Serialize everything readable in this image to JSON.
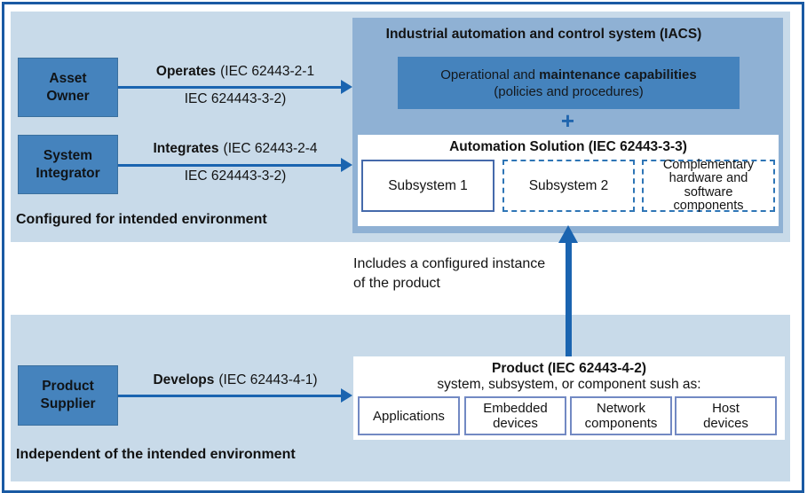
{
  "panels": {
    "top": {
      "label": "Configured for intended environment"
    },
    "bottom": {
      "label": "Independent of the intended environment"
    }
  },
  "actors": {
    "asset_owner": {
      "label": "Asset\nOwner"
    },
    "system_integrator": {
      "label": "System\nIntegrator"
    },
    "product_supplier": {
      "label": "Product\nSupplier"
    }
  },
  "relations": {
    "operates": {
      "verb": "Operates",
      "ref": "(IEC 62443-2-1",
      "ref2": "IEC 624443-3-2)"
    },
    "integrates": {
      "verb": "Integrates",
      "ref": "(IEC 62443-2-4",
      "ref2": "IEC 624443-3-2)"
    },
    "develops": {
      "verb": "Develops",
      "ref": "(IEC 62443-4-1)"
    }
  },
  "iacs": {
    "title": "Industrial automation and control system (IACS)",
    "capabilities": {
      "text_regular": "Operational and ",
      "text_bold": "maintenance capabilities",
      "line2": "(policies and procedures)"
    },
    "plus": "+",
    "solution": {
      "title": "Automation Solution (IEC 62443-3-3)",
      "subsystem1": "Subsystem 1",
      "subsystem2": "Subsystem 2",
      "complementary": "Complementary\nhardware and\nsoftware\ncomponents"
    }
  },
  "note": {
    "line1": "Includes a configured instance",
    "line2": "of the product"
  },
  "product": {
    "title": "Product (IEC 62443-4-2)",
    "subtitle": "system, subsystem, or component sush as:",
    "items": [
      "Applications",
      "Embedded\ndevices",
      "Network\ncomponents",
      "Host\ndevices"
    ]
  },
  "colors": {
    "frame_border": "#1A5AA3",
    "panel_bg": "#C8DAE9",
    "iacs_bg": "#8FB1D4",
    "capability_box_bg": "#4583BD",
    "actor_box_bg": "#4583BD",
    "arrow": "#1A64B0",
    "plus": "#2166AE",
    "dashed_border": "#2E75B6",
    "subsystem_solid_border": "#456AAB",
    "product_item_border": "#7289C3"
  }
}
